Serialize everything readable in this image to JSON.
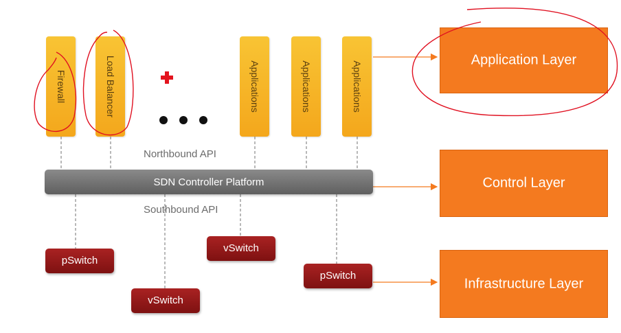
{
  "diagram": {
    "applications": [
      "Firewall",
      "Load Balancer",
      "Applications",
      "Applications",
      "Applications"
    ],
    "northbound_api": "Northbound API",
    "southbound_api": "Southbound API",
    "controller": "SDN Controller Platform",
    "switches": [
      "pSwitch",
      "vSwitch",
      "vSwitch",
      "pSwitch"
    ],
    "layers": [
      "Application Layer",
      "Control Layer",
      "Infrastructure Layer"
    ]
  },
  "colors": {
    "app_box": "#f6b126",
    "layer_box": "#f47a1f",
    "switch_box": "#961a1a",
    "controller_bar": "#6f6f6f",
    "annotation": "#e01020",
    "connector": "#f47a1f"
  }
}
